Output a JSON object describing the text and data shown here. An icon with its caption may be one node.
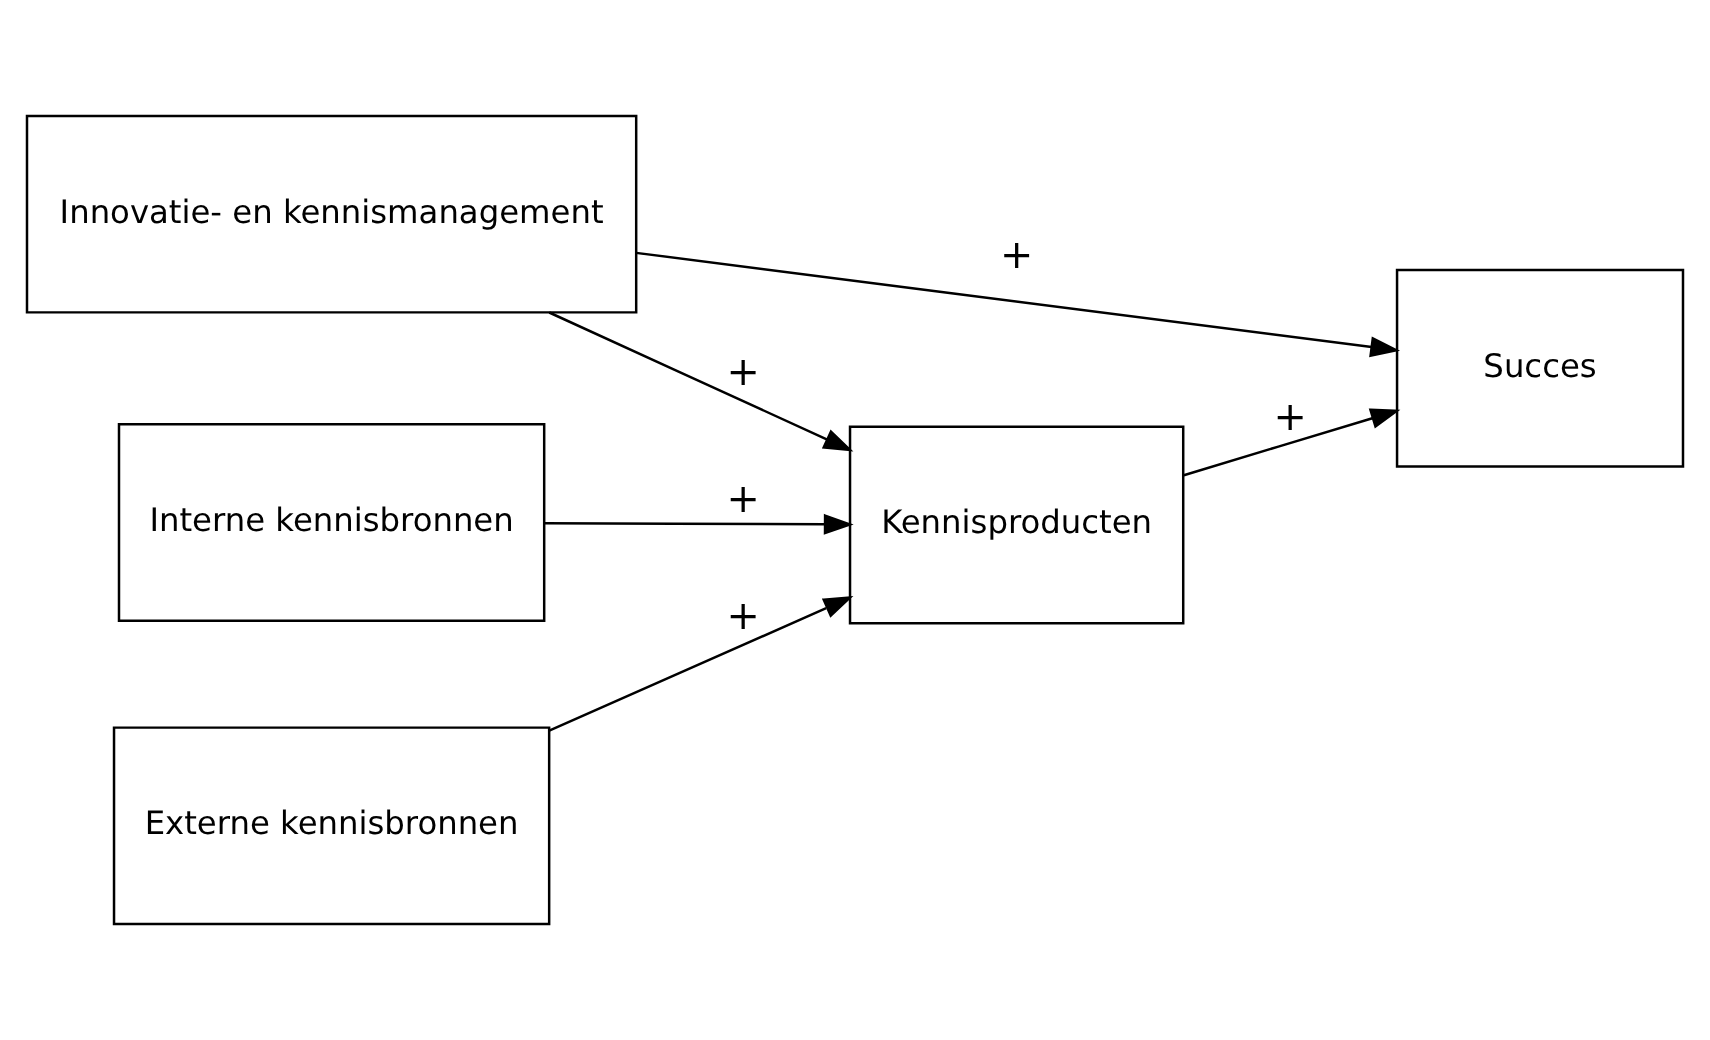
{
  "diagram": {
    "nodes": [
      {
        "text": [
          "Innovatie- en kennismanagement"
        ]
      },
      {
        "text": [
          "Interne kennisbronnen"
        ]
      },
      {
        "text": [
          "Kennisproducten"
        ]
      },
      {
        "text": [
          "Succes"
        ]
      },
      {
        "text": [
          "Externe kennisbronnen"
        ]
      }
    ],
    "edges": [
      {
        "from": 0,
        "to": 2,
        "arrow": "to",
        "label": "+"
      },
      {
        "from": 0,
        "to": 3,
        "arrow": "to",
        "label": "+"
      },
      {
        "from": 1,
        "to": 2,
        "arrow": "to",
        "label": "+"
      },
      {
        "from": 4,
        "to": 2,
        "arrow": "to",
        "label": "+"
      },
      {
        "from": 2,
        "to": 3,
        "arrow": "to",
        "label": "+"
      }
    ]
  }
}
